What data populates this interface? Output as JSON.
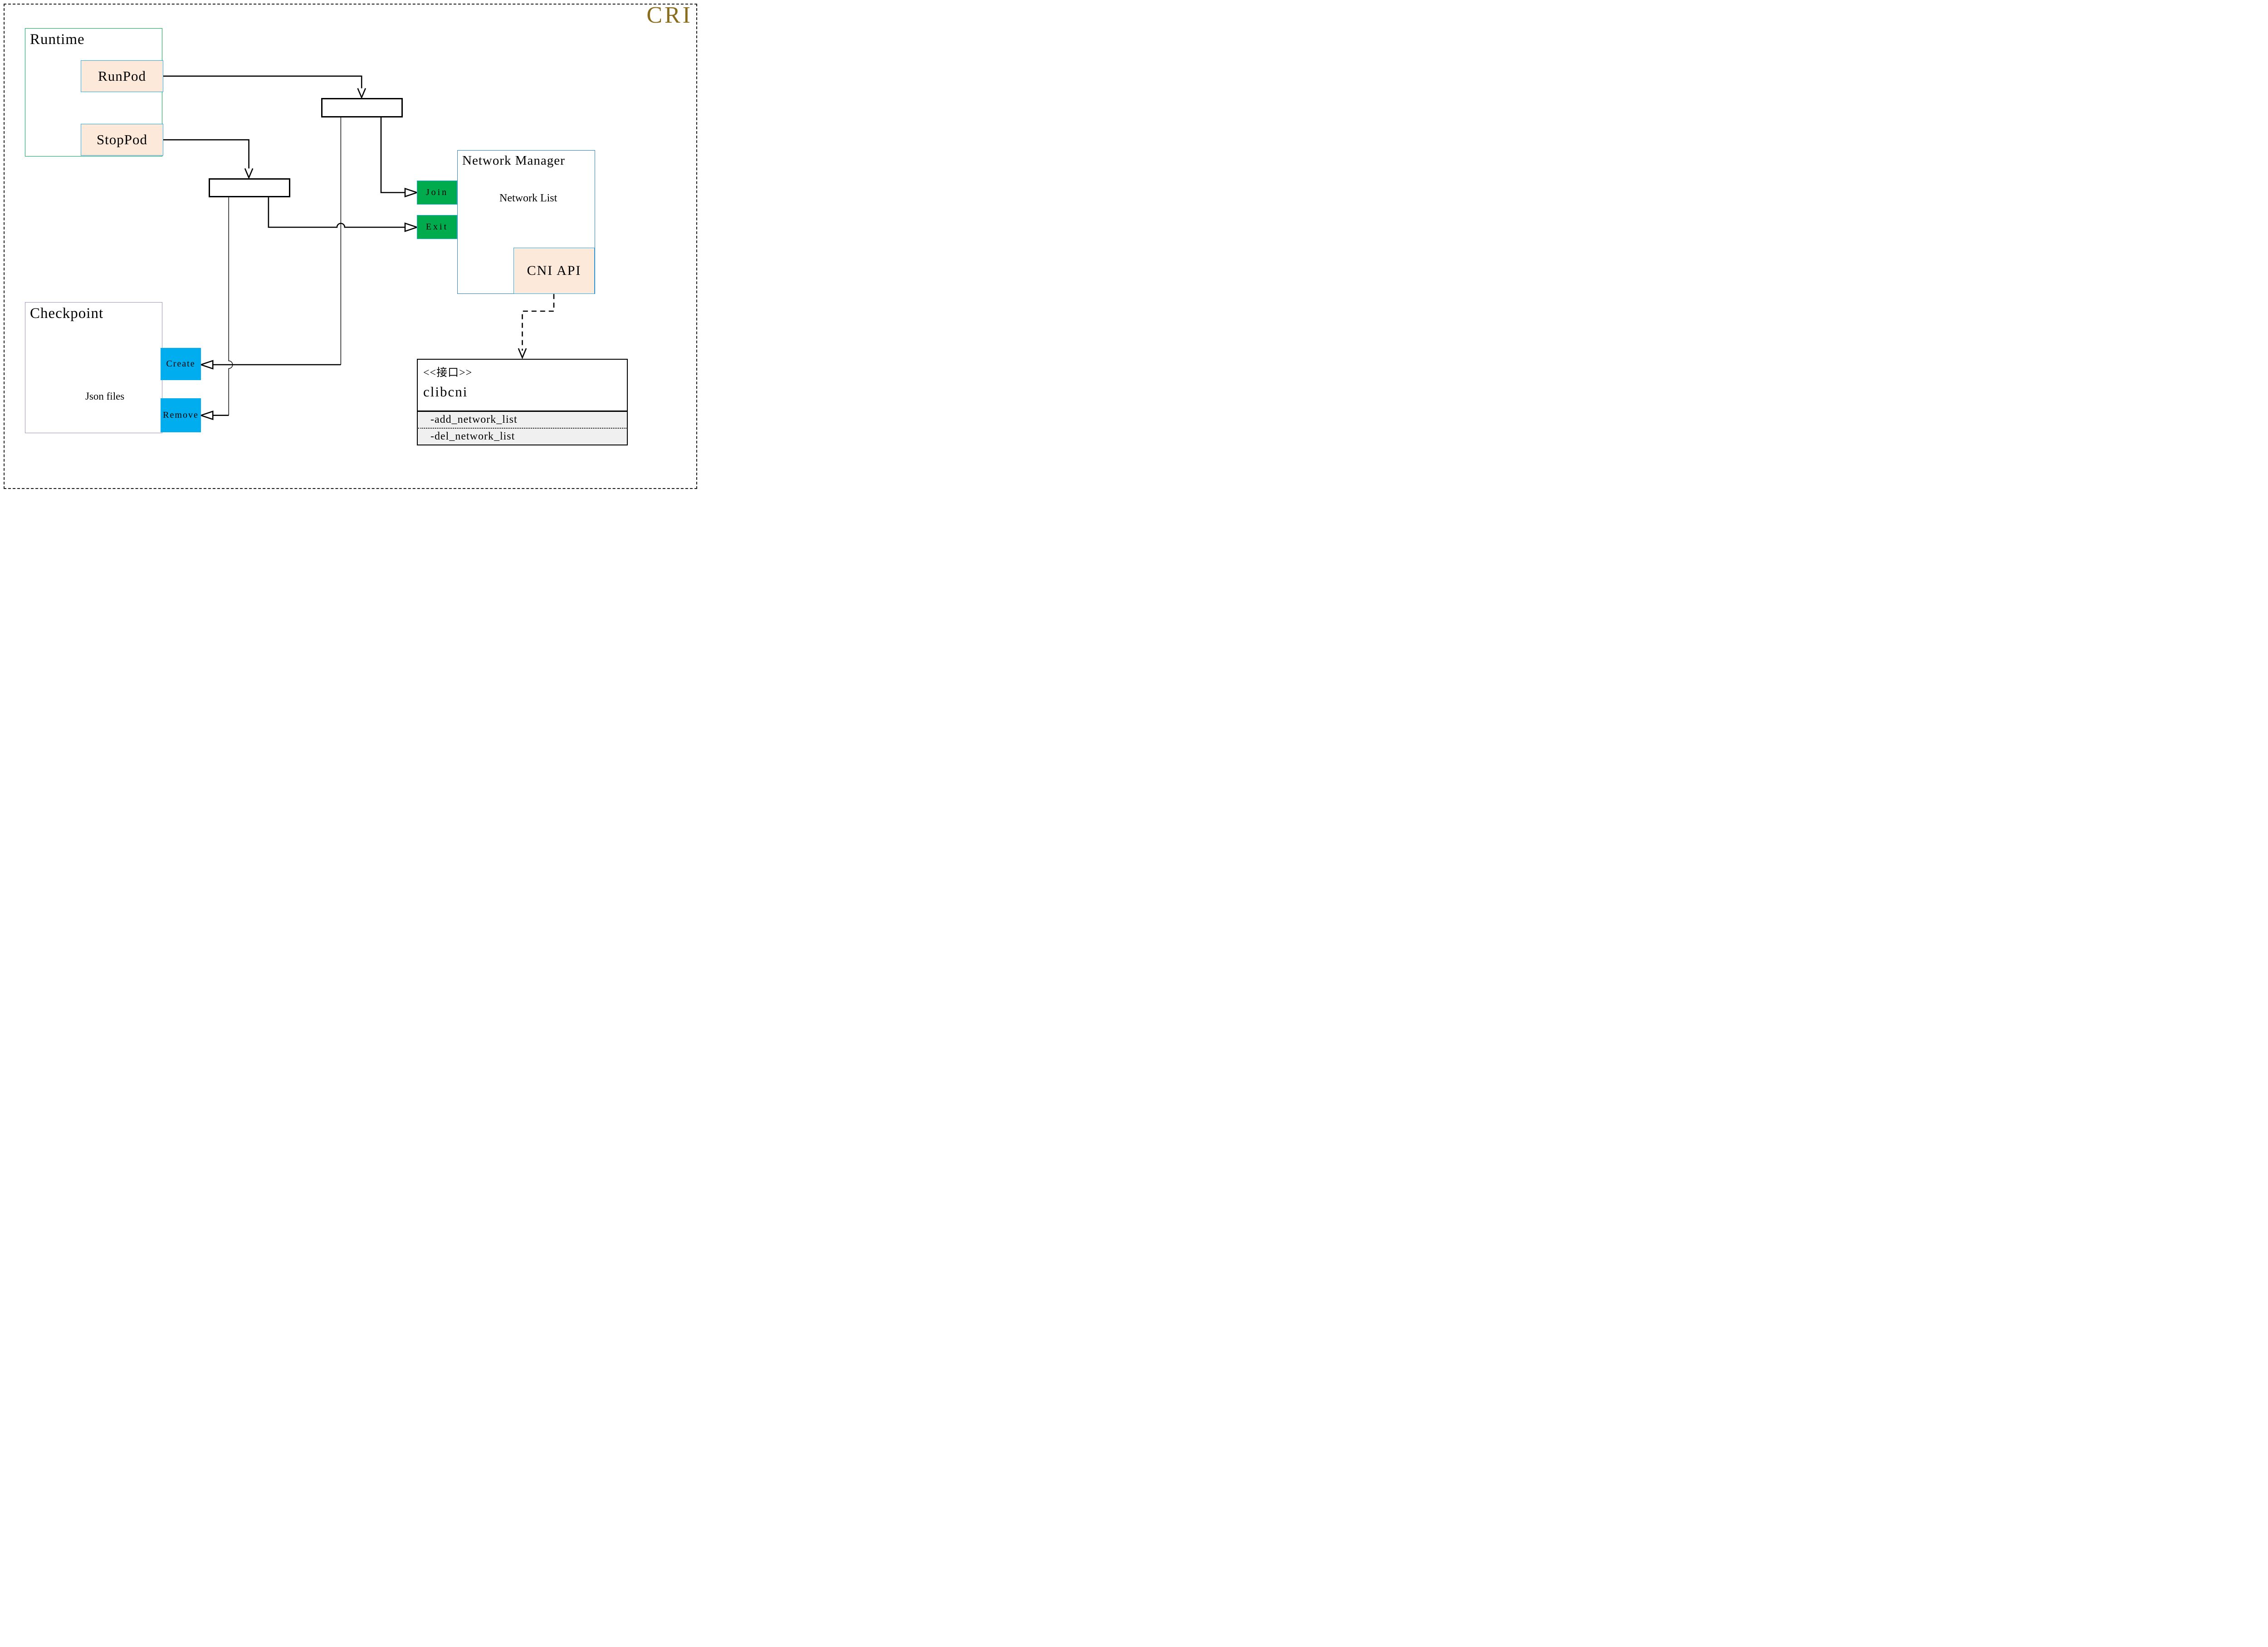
{
  "badge": {
    "label": "CRI",
    "color": "#8a6d1c"
  },
  "runtime": {
    "title": "Runtime",
    "buttons": [
      {
        "label": "RunPod"
      },
      {
        "label": "StopPod"
      }
    ]
  },
  "checkpoint": {
    "title": "Checkpoint",
    "datastore_label": "Json files",
    "actions": [
      {
        "label": "Create"
      },
      {
        "label": "Remove"
      }
    ]
  },
  "network_manager": {
    "title": "Network Manager",
    "datastore_label": "Network List",
    "operations": [
      {
        "label": "Join"
      },
      {
        "label": "Exit"
      }
    ],
    "api_label": "CNI API"
  },
  "interface_box": {
    "stereotype": "<<接口>>",
    "name": "clibcni",
    "methods": [
      {
        "label": "-add_network_list"
      },
      {
        "label": "-del_network_list"
      }
    ]
  },
  "colors": {
    "peach_fill": "#fce9d9",
    "cyan_border": "#29abe2",
    "green_fill": "#00ab4e",
    "blue_fill": "#00aeef",
    "runtime_border": "#00b050",
    "checkpoint_border": "#9b90c2",
    "network_manager_border": "#2e7fc2",
    "cylinder_gray": "#666666",
    "interface_section_bg": "#f0f0f0"
  }
}
